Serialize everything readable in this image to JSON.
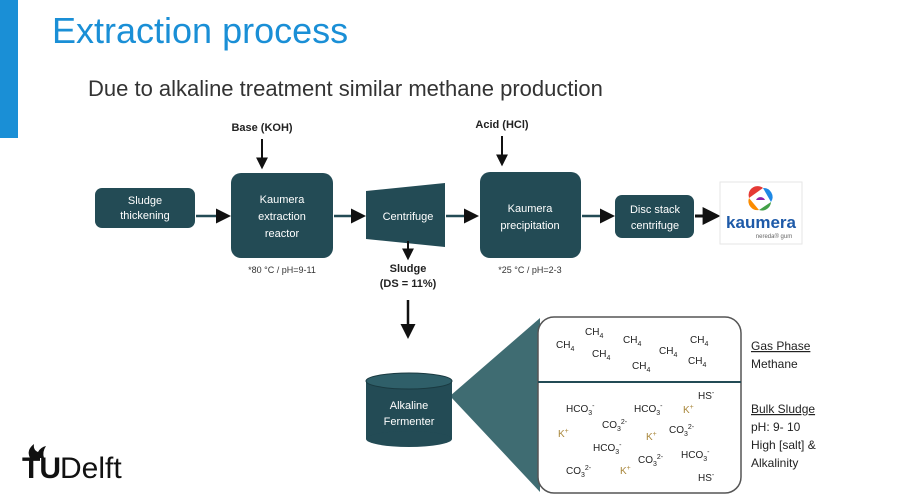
{
  "slide": {
    "title": "Extraction process",
    "subtitle": "Due to alkaline treatment similar methane production"
  },
  "process": {
    "inputs": {
      "base": "Base (KOH)",
      "acid": "Acid (HCl)"
    },
    "steps": {
      "sludge_thickening": [
        "Sludge",
        "thickening"
      ],
      "extraction_reactor": [
        "Kaumera",
        "extraction",
        "reactor"
      ],
      "centrifuge": "Centrifuge",
      "precipitation": [
        "Kaumera",
        "precipitation"
      ],
      "disc_stack": [
        "Disc stack",
        "centrifuge"
      ],
      "fermenter": [
        "Alkaline",
        "Fermenter"
      ]
    },
    "conditions": {
      "reactor": "*80 °C / pH=9-11",
      "precipitation": "*25 °C / pH=2-3"
    },
    "sludge_output": {
      "label": "Sludge",
      "ds": "(DS = 11%)"
    }
  },
  "product_logo": {
    "name": "kaumera",
    "tagline": "nereda® gum"
  },
  "phases": {
    "gas": {
      "title": "Gas Phase",
      "desc": "Methane",
      "species": "CH"
    },
    "bulk": {
      "title": "Bulk Sludge",
      "lines": [
        "pH: 9- 10",
        "High [salt] &",
        "Alkalinity"
      ],
      "hco3": "HCO",
      "co3": "CO",
      "k": "K",
      "hs": "HS"
    }
  },
  "branding": {
    "tu": "TU",
    "delft": "Delft"
  },
  "colors": {
    "accent": "#1a8fd6",
    "box": "#234b55",
    "cone": "#3f6c72",
    "potassium": "#a8863a"
  }
}
